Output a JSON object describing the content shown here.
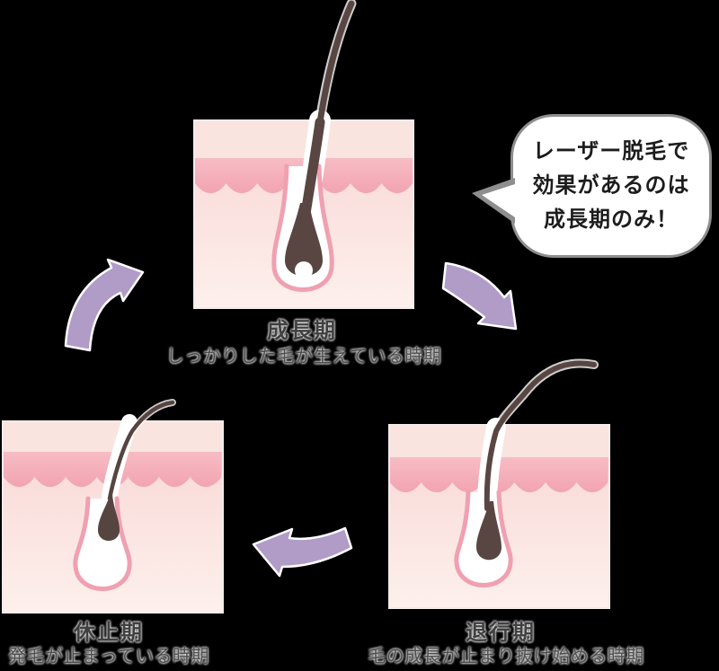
{
  "diagram_title": "hair-growth-cycle",
  "bubble": {
    "lines": [
      "レーザー脱毛で",
      "効果があるのは",
      "成長期のみ！"
    ]
  },
  "stages": {
    "growth": {
      "name": "成長期",
      "desc": "しっかりした毛が生えている時期"
    },
    "regression": {
      "name": "退行期",
      "desc": "毛の成長が止まり抜け始める時期"
    },
    "resting": {
      "name": "休止期",
      "desc": "発毛が止まっている時期"
    }
  },
  "icons": {
    "arrow_resting_to_growth": "curved-arrow-up-right",
    "arrow_growth_to_regression": "curved-arrow-down-right",
    "arrow_regression_to_resting": "curved-arrow-left"
  },
  "colors": {
    "background": "#000000",
    "arrow_fill": "#b19cc8",
    "bubble_border": "#8e8e8e",
    "bubble_fill": "#ffffff",
    "skin_surface_band": "#f9e4df",
    "epidermis_band": "#f3a7b3",
    "dermis_top": "#f8d5d4",
    "dermis_bottom": "#fdf0ec",
    "follicle_outline": "#f0a0b0",
    "hair": "#594642"
  }
}
